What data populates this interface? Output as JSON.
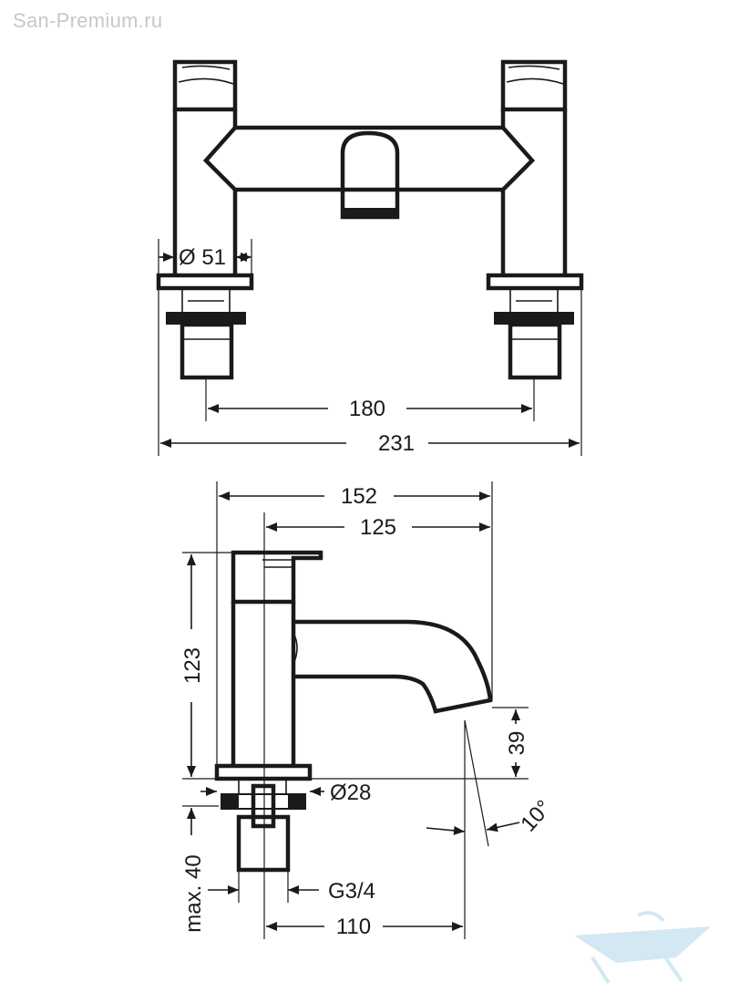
{
  "watermark": "San-Premium.ru",
  "front_view": {
    "diameter_label": "Ø 51",
    "centers_label": "180",
    "overall_width_label": "231"
  },
  "side_view": {
    "length_label": "152",
    "projection_label": "125",
    "height_label": "123",
    "spout_height_label": "39",
    "base_diameter_label": "Ø28",
    "angle_label": "10°",
    "max_thickness_label": "max. 40",
    "thread_label": "G3/4",
    "spout_offset_label": "110"
  },
  "colors": {
    "line": "#1a1a1a",
    "watermark": "#c8c8c8",
    "logo": "#cfe6f2"
  },
  "icons": [
    "bathtub-logo-icon",
    "arrow-icon"
  ]
}
